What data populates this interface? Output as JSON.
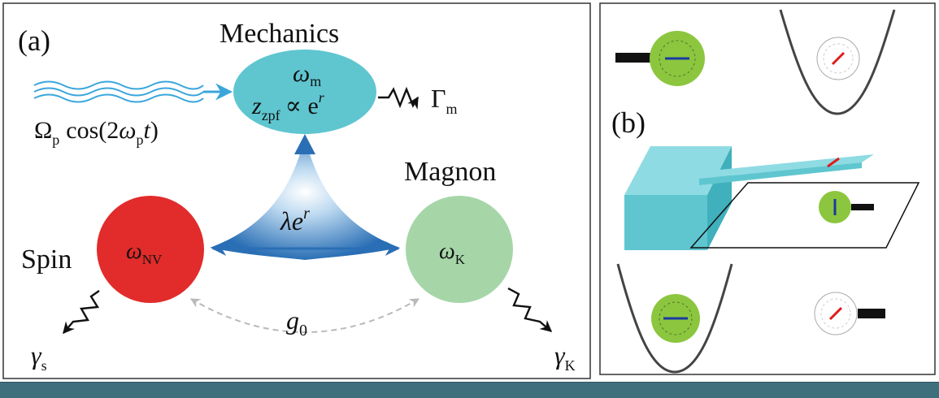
{
  "panel_a": {
    "label": "(a)",
    "mechanics": {
      "title": "Mechanics",
      "frequency_symbol": "ω",
      "frequency_sub": "m",
      "zpf_symbol": "z",
      "zpf_sub": "zpf",
      "zpf_relation": "∝ e",
      "zpf_exp": "r",
      "damping_symbol": "Γ",
      "damping_sub": "m",
      "color": "#5fc6d0"
    },
    "drive": {
      "omega": "Ω",
      "omega_sub": "p",
      "cos_prefix": "cos(2",
      "cos_omega": "ω",
      "cos_omega_sub": "p",
      "cos_t": "t",
      "cos_close": ")",
      "color": "#3aa6dc"
    },
    "coupling": {
      "lambda": "λe",
      "lambda_exp": "r",
      "g0": "g",
      "g0_sub": "0"
    },
    "spin": {
      "title": "Spin",
      "frequency_symbol": "ω",
      "frequency_sub": "NV",
      "decay_symbol": "γ",
      "decay_sub": "s",
      "color": "#e22b2b"
    },
    "magnon": {
      "title": "Magnon",
      "frequency_symbol": "ω",
      "frequency_sub": "K",
      "decay_symbol": "γ",
      "decay_sub": "K",
      "color": "#a6d6a8"
    },
    "arrow_color": "#2a6fb5"
  },
  "panel_b": {
    "label": "(b)",
    "cantilever_color": "#5fc6d0",
    "magnon_color": "#8cc63f",
    "spin_arrow_color": "#e01b1b"
  },
  "bottom_band_color": "#3f6f7c"
}
